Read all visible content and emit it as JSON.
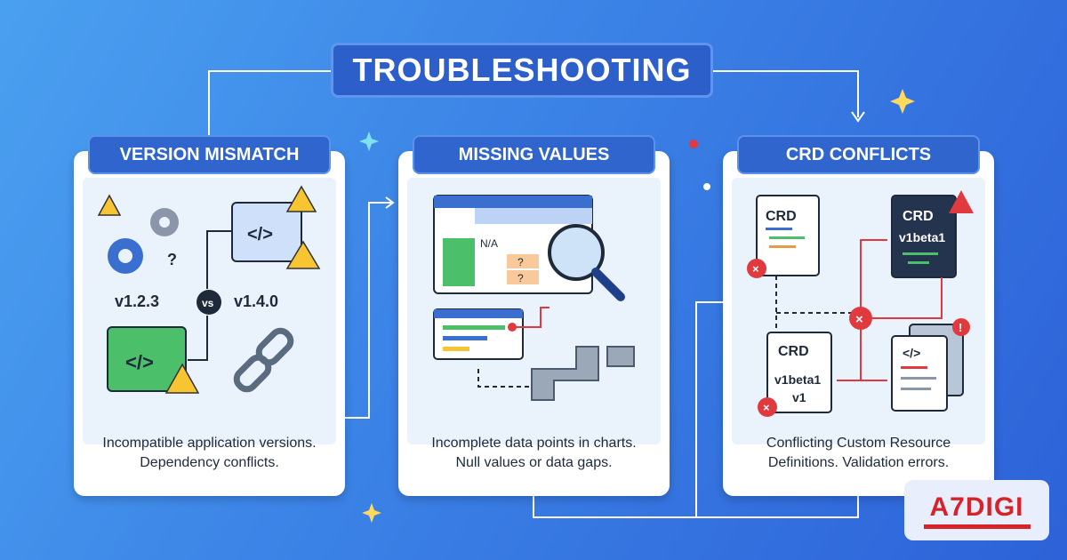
{
  "title": "TROUBLESHOOTING",
  "cards": [
    {
      "header": "VERSION MISMATCH",
      "description_line1": "Incompatible application versions.",
      "description_line2": "Dependency conflicts.",
      "labels": {
        "from": "v1.2.3",
        "vs": "vs",
        "to": "v1.4.0",
        "code": "</>"
      }
    },
    {
      "header": "MISSING VALUES",
      "description_line1": "Incomplete data points in charts.",
      "description_line2": "Null values or data gaps.",
      "labels": {
        "na": "N/A",
        "q": "?"
      }
    },
    {
      "header": "CRD CONFLICTS",
      "description_line1": "Conflicting Custom Resource",
      "description_line2": "Definitions. Validation errors.",
      "labels": {
        "crd": "CRD",
        "beta": "v1beta1",
        "v1": "v1",
        "code": "</>"
      }
    }
  ],
  "logo": "A7DIGI",
  "colors": {
    "background": "#3b82e6",
    "header": "#2f65cc",
    "error": "#e0393e",
    "warning": "#f7c531"
  }
}
